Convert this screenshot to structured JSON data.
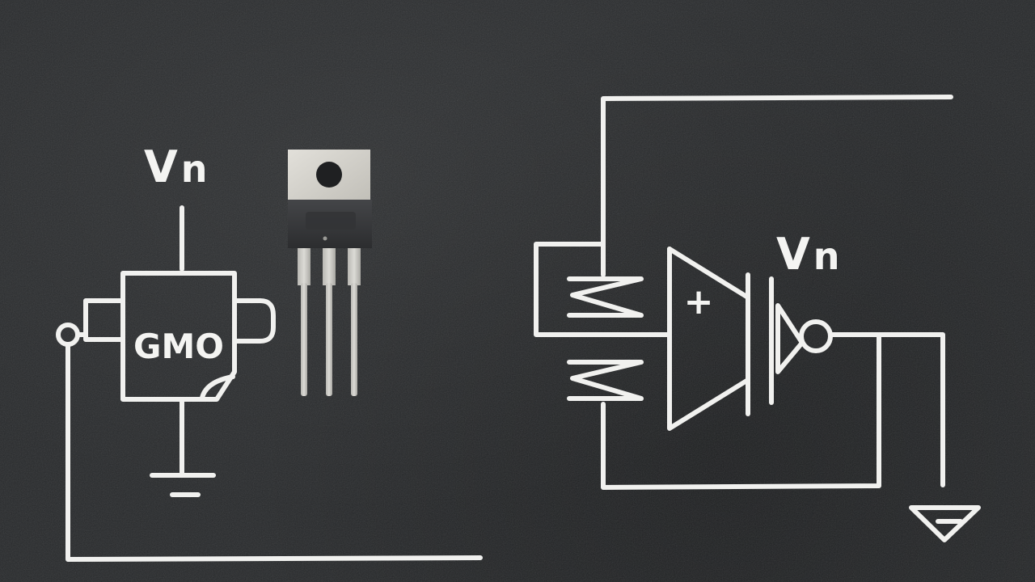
{
  "left_circuit": {
    "supply_label": "V",
    "supply_subscript": "n",
    "block_label": "GMO"
  },
  "right_circuit": {
    "supply_label": "V",
    "supply_subscript": "n",
    "amp_input_sign": "+"
  },
  "colors": {
    "background": "#26282a",
    "chalk": "#f1f1ef",
    "component_tab": "#d7d5cf",
    "component_body": "#3a3b3d",
    "component_leads": "#c9c8c3"
  }
}
